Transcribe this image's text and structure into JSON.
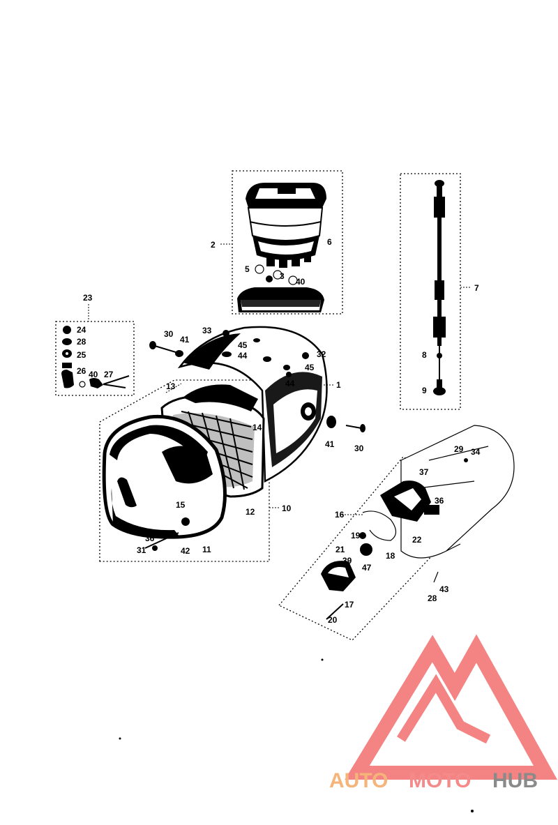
{
  "labels": [
    {
      "id": "p1",
      "text": "1"
    },
    {
      "id": "p2",
      "text": "2"
    },
    {
      "id": "p3",
      "text": "3"
    },
    {
      "id": "p4",
      "text": "4"
    },
    {
      "id": "p5",
      "text": "5"
    },
    {
      "id": "p6",
      "text": "6"
    },
    {
      "id": "p7",
      "text": "7"
    },
    {
      "id": "p8",
      "text": "8"
    },
    {
      "id": "p9",
      "text": "9"
    },
    {
      "id": "p10",
      "text": "10"
    },
    {
      "id": "p11",
      "text": "11"
    },
    {
      "id": "p12",
      "text": "12"
    },
    {
      "id": "p13",
      "text": "13"
    },
    {
      "id": "p14",
      "text": "14"
    },
    {
      "id": "p15",
      "text": "15"
    },
    {
      "id": "p16",
      "text": "16"
    },
    {
      "id": "p17",
      "text": "17"
    },
    {
      "id": "p18",
      "text": "18"
    },
    {
      "id": "p19",
      "text": "19"
    },
    {
      "id": "p20",
      "text": "20"
    },
    {
      "id": "p21",
      "text": "21"
    },
    {
      "id": "p22",
      "text": "22"
    },
    {
      "id": "p23",
      "text": "23"
    },
    {
      "id": "p24",
      "text": "24"
    },
    {
      "id": "p25a",
      "text": "25"
    },
    {
      "id": "p25b",
      "text": "25"
    },
    {
      "id": "p26",
      "text": "26"
    },
    {
      "id": "p27",
      "text": "27"
    },
    {
      "id": "p28a",
      "text": "28"
    },
    {
      "id": "p28b",
      "text": "28"
    },
    {
      "id": "p29",
      "text": "29"
    },
    {
      "id": "p30a",
      "text": "30"
    },
    {
      "id": "p30b",
      "text": "30"
    },
    {
      "id": "p31",
      "text": "31"
    },
    {
      "id": "p32",
      "text": "32"
    },
    {
      "id": "p33",
      "text": "33"
    },
    {
      "id": "p34",
      "text": "34"
    },
    {
      "id": "p36a",
      "text": "36"
    },
    {
      "id": "p36b",
      "text": "36"
    },
    {
      "id": "p37",
      "text": "37"
    },
    {
      "id": "p39",
      "text": "39"
    },
    {
      "id": "p40a",
      "text": "40"
    },
    {
      "id": "p40b",
      "text": "40"
    },
    {
      "id": "p40c",
      "text": "40"
    },
    {
      "id": "p41a",
      "text": "41"
    },
    {
      "id": "p41b",
      "text": "41"
    },
    {
      "id": "p42",
      "text": "42"
    },
    {
      "id": "p43",
      "text": "43"
    },
    {
      "id": "p44a",
      "text": "44"
    },
    {
      "id": "p44b",
      "text": "44"
    },
    {
      "id": "p45a",
      "text": "45"
    },
    {
      "id": "p45b",
      "text": "45"
    },
    {
      "id": "p47",
      "text": "47"
    }
  ],
  "watermark": {
    "part1": "AUTO",
    "part2": "MOTO",
    "part3": "HUB",
    "colors": {
      "logo": "#f26d6d",
      "auto": "#f5b57a",
      "moto": "#f48a8a",
      "hub": "#8a8a8a"
    }
  }
}
